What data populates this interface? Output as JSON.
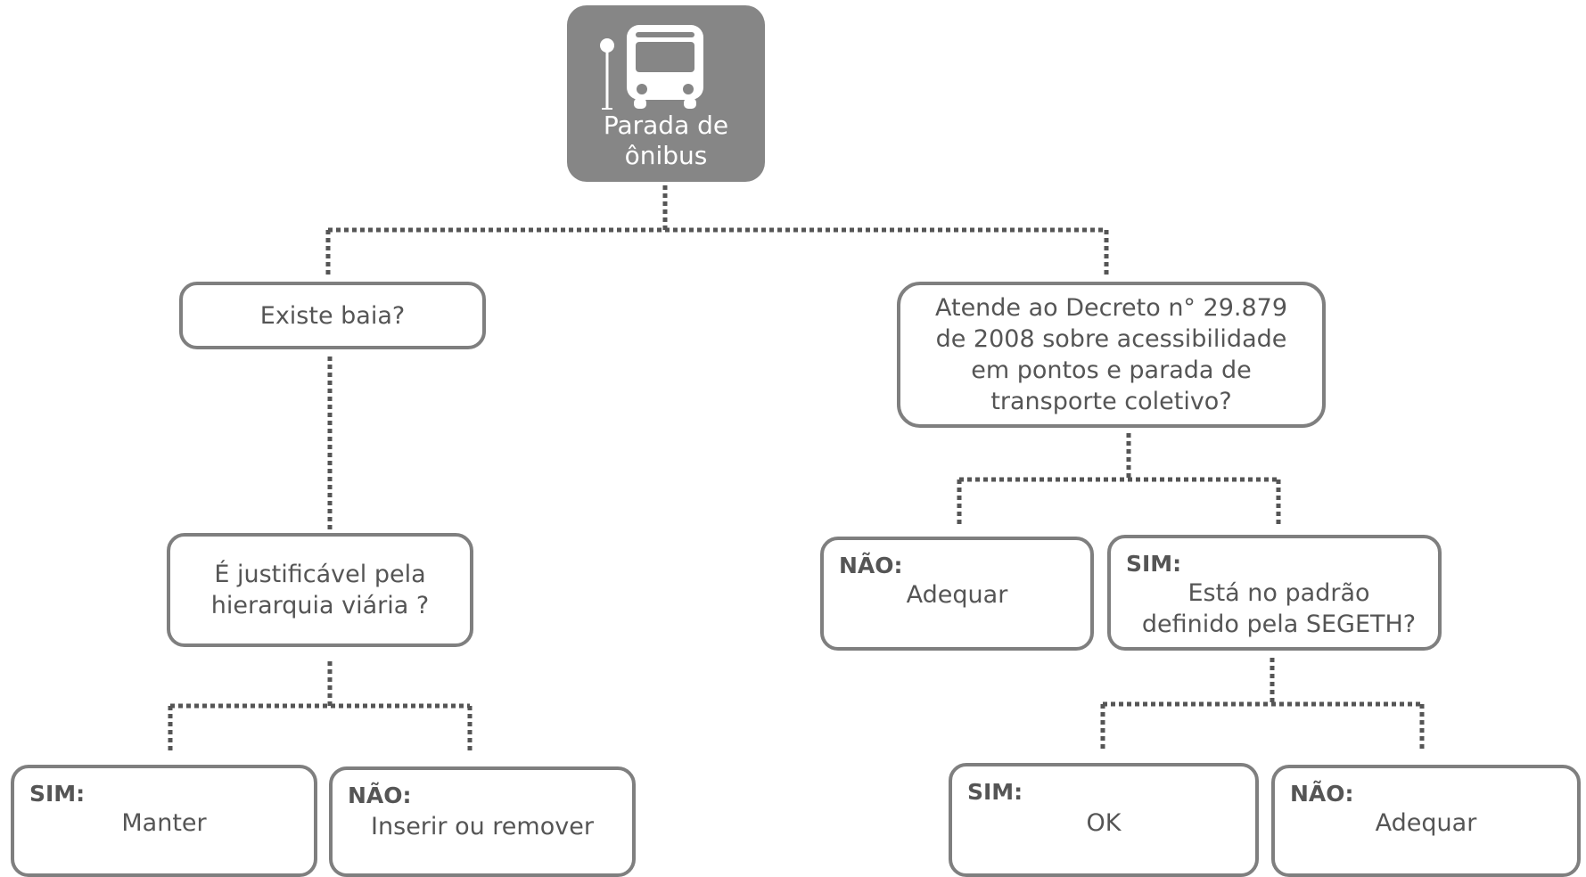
{
  "root": {
    "label_line1": "Parada de",
    "label_line2": "ônibus",
    "icon": "bus-stop-icon"
  },
  "left_question": "Existe baia?",
  "left_sub_question": {
    "line1": "É justificável pela",
    "line2": "hierarquia viária ?"
  },
  "left_answers": [
    {
      "label": "SIM:",
      "value": "Manter"
    },
    {
      "label": "NÃO:",
      "value": "Inserir ou remover"
    }
  ],
  "right_question": {
    "line1": "Atende ao Decreto n° 29.879",
    "line2": "de 2008 sobre acessibilidade",
    "line3": "em pontos e parada de",
    "line4": "transporte coletivo?"
  },
  "right_answers": [
    {
      "label": "NÃO:",
      "value": "Adequar"
    },
    {
      "label": "SIM:",
      "value_line1": "Está no padrão",
      "value_line2": "definido pela SEGETH?"
    }
  ],
  "segeth_answers": [
    {
      "label": "SIM:",
      "value": "OK"
    },
    {
      "label": "NÃO:",
      "value": "Adequar"
    }
  ],
  "colors": {
    "box_border": "#7f7f7f",
    "connector": "#555555",
    "root_fill": "#868686",
    "text": "#555555"
  }
}
